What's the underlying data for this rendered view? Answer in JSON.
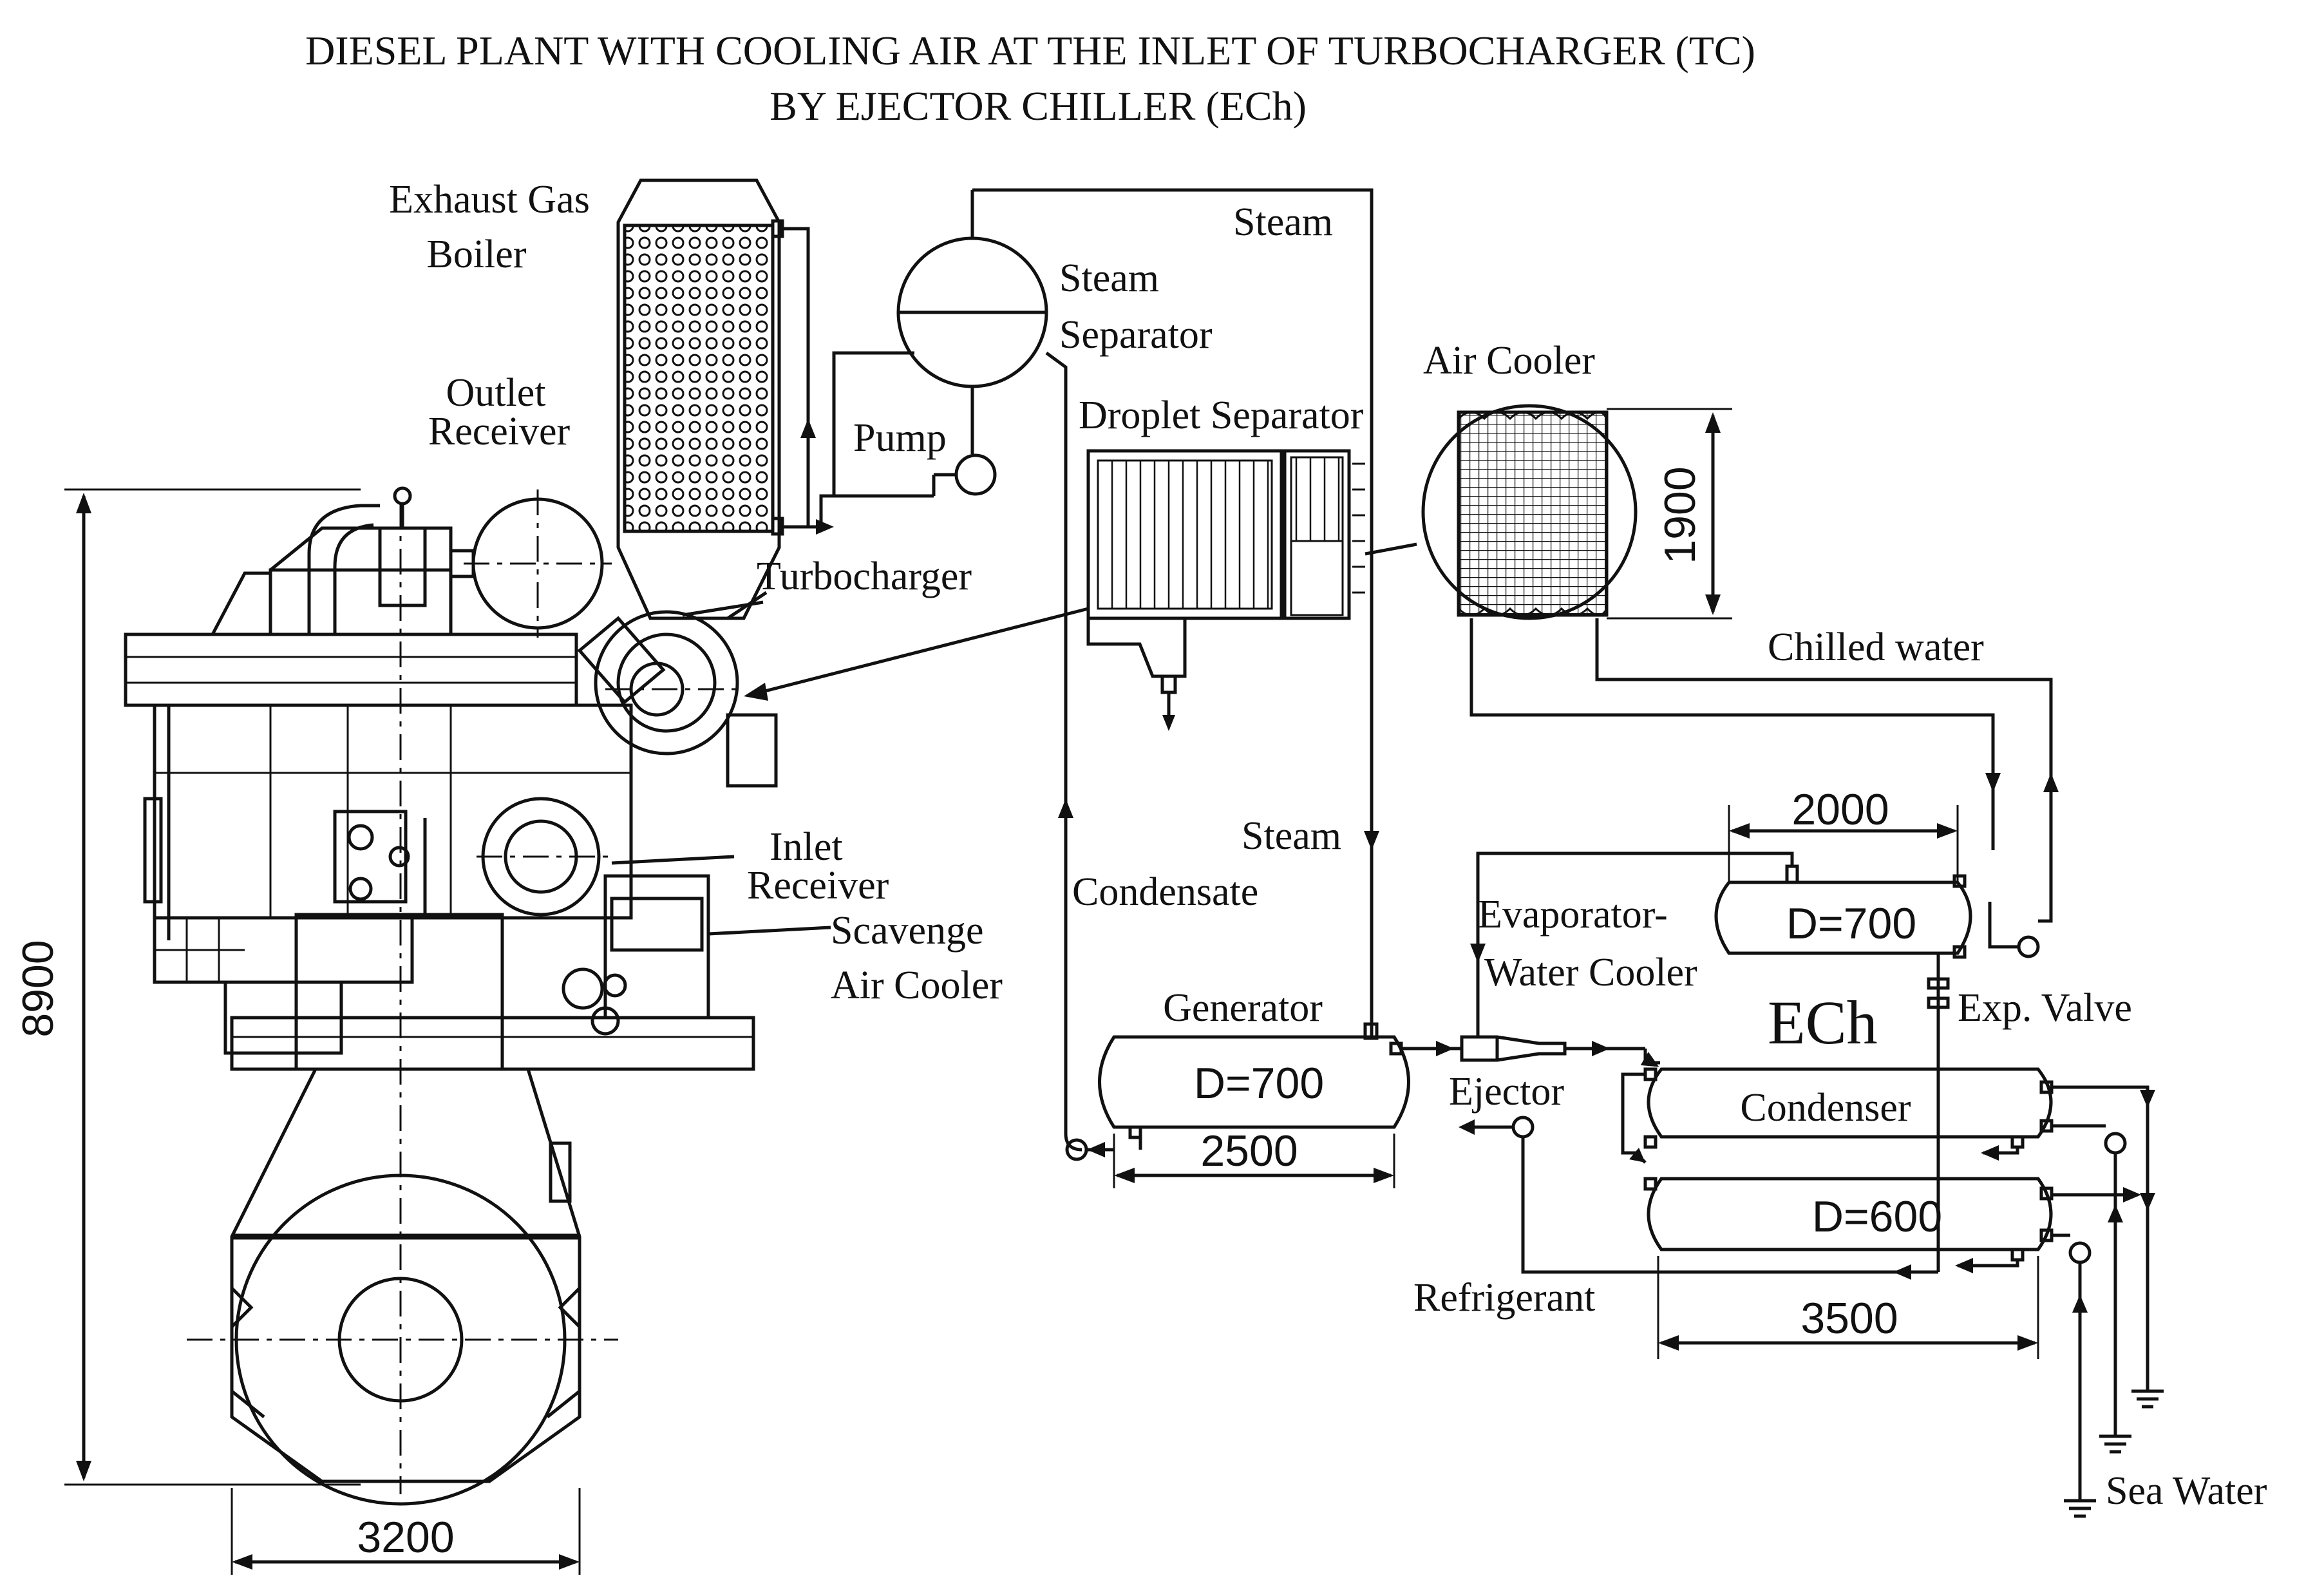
{
  "title": {
    "line1": "DIESEL PLANT WITH COOLING AIR AT THE INLET OF TURBOCHARGER (TC)",
    "line2": "BY EJECTOR CHILLER (ECh)"
  },
  "labels": {
    "exhaust_gas_boiler_1": "Exhaust Gas",
    "exhaust_gas_boiler_2": "Boiler",
    "outlet_receiver_1": "Outlet",
    "outlet_receiver_2": "Receiver",
    "steam_separator_1": "Steam",
    "steam_separator_2": "Separator",
    "steam_top": "Steam",
    "pump": "Pump",
    "droplet_separator": "Droplet Separator",
    "air_cooler": "Air Cooler",
    "turbocharger": "Turbocharger",
    "chilled_water": "Chilled water",
    "steam_mid": "Steam",
    "condensate": "Condensate",
    "inlet_receiver_1": "Inlet",
    "inlet_receiver_2": "Receiver",
    "scavenge_air_cooler_1": "Scavenge",
    "scavenge_air_cooler_2": "Air Cooler",
    "evaporator_1": "Evaporator-",
    "evaporator_2": "Water Cooler",
    "exp_valve": "Exp. Valve",
    "ech": "ECh",
    "generator": "Generator",
    "ejector": "Ejector",
    "condenser": "Condenser",
    "refrigerant": "Refrigerant",
    "sea_water": "Sea Water"
  },
  "dimensions": {
    "engine_height": "8900",
    "engine_width": "3200",
    "air_cooler_height": "1900",
    "evaporator_length": "2000",
    "evaporator_diameter": "D=700",
    "generator_diameter": "D=700",
    "generator_length": "2500",
    "condenser_diameter": "D=600",
    "condenser_length": "3500"
  }
}
